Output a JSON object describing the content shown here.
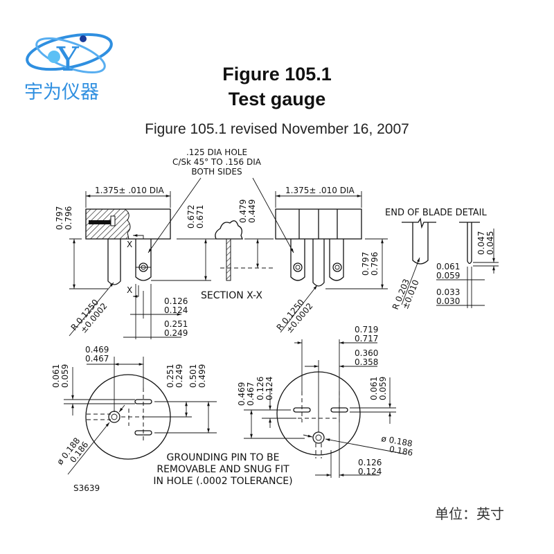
{
  "logo": {
    "brand_text": "宇为仪器",
    "letter": "Y",
    "color": "#2f8fe0"
  },
  "header": {
    "title_line1": "Figure 105.1",
    "title_line2": "Test gauge",
    "subtitle": "Figure 105.1 revised November 16, 2007"
  },
  "drawing": {
    "hole_note": [
      ".125 DIA HOLE",
      "C/Sk 45° TO .156 DIA",
      "BOTH SIDES"
    ],
    "dia_left": "1.375± .010 DIA",
    "dia_right": "1.375± .010 DIA",
    "h_797_left": [
      "0.797",
      "0.796"
    ],
    "h_672": [
      "0.672",
      "0.671"
    ],
    "h_479": [
      "0.479",
      "0.449"
    ],
    "h_797_right": [
      "0.797",
      "0.796"
    ],
    "section_label": "SECTION X-X",
    "x_mark": "X",
    "w_126_top": [
      "0.126",
      "0.124"
    ],
    "w_251": [
      "0.251",
      "0.249"
    ],
    "r_1250_left": [
      "R 0.1250",
      "±0.0002"
    ],
    "r_1250_right": [
      "R 0.1250",
      "±0.0002"
    ],
    "blade_detail_title": "END OF BLADE DETAIL",
    "r_203": [
      "R 0.203",
      "±0.010"
    ],
    "t_047": [
      "0.047",
      "0.045"
    ],
    "t_061_detail": [
      "0.061",
      "0.059"
    ],
    "t_033": [
      "0.033",
      "0.030"
    ],
    "bl_469": [
      "0.469",
      "0.467"
    ],
    "bl_061": [
      "0.061",
      "0.059"
    ],
    "bl_251": [
      "0.251",
      "0.249"
    ],
    "bl_501": [
      "0.501",
      "0.499"
    ],
    "bl_dia": [
      "ø 0.188",
      "0.186"
    ],
    "drawing_number": "S3639",
    "br_719": [
      "0.719",
      "0.717"
    ],
    "br_360": [
      "0.360",
      "0.358"
    ],
    "br_469": [
      "0.469",
      "0.467"
    ],
    "br_126_v": [
      "0.126",
      "0.124"
    ],
    "br_061": [
      "0.061",
      "0.059"
    ],
    "br_dia": [
      "ø 0.188",
      "0.186"
    ],
    "br_126_h": [
      "0.126",
      "0.124"
    ],
    "grounding_note": [
      "GROUNDING PIN TO BE",
      "REMOVABLE AND SNUG FIT",
      "IN HOLE (.0002 TOLERANCE)"
    ]
  },
  "footer": {
    "unit_label": "单位：英寸"
  }
}
